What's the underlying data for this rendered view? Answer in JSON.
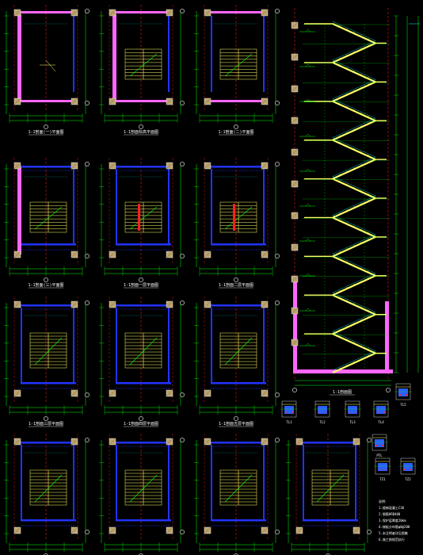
{
  "drawing": {
    "background": "#000000",
    "colors": {
      "grid": "#00ff00",
      "axis_red": "#ff2020",
      "wall_blue": "#2233ff",
      "wall_magenta": "#ff66ff",
      "stair_yellow": "#ffff66",
      "dim_cyan": "#00ffff",
      "column_tan": "#bba26a",
      "text": "#ffffff",
      "bubble": "#ffffff"
    },
    "plans": [
      {
        "id": "p1",
        "title": "1-1剖面(一)平面图"
      },
      {
        "id": "p2",
        "title": "1-1剖面标高平面图"
      },
      {
        "id": "p3",
        "title": "1-1剖面(二)平面图"
      },
      {
        "id": "p4",
        "title": "1-1剖面(三)平面图"
      },
      {
        "id": "p5",
        "title": "1-1剖面一层平面图"
      },
      {
        "id": "p6",
        "title": "1-1剖面二层平面图"
      },
      {
        "id": "p7",
        "title": "1-1剖面三层平面图"
      },
      {
        "id": "p8",
        "title": "1-1剖面四层平面图"
      },
      {
        "id": "p9",
        "title": "1-1剖面五层平面图"
      },
      {
        "id": "p10",
        "title": "1-1剖面六层平面图"
      },
      {
        "id": "p11",
        "title": "1-1剖面七层平面图"
      },
      {
        "id": "p12",
        "title": "1-1剖面八层平面图"
      },
      {
        "id": "p13",
        "title": "1-1剖面九层平面图"
      },
      {
        "id": "p14",
        "title": "1-1剖面屋顶平面图"
      }
    ],
    "section": {
      "title": "1-1剖面图"
    },
    "details": [
      {
        "id": "d1",
        "label": "TL1"
      },
      {
        "id": "d2",
        "label": "TL2"
      },
      {
        "id": "d3",
        "label": "TL3"
      },
      {
        "id": "d4",
        "label": "TL4"
      },
      {
        "id": "d5",
        "label": "TL5"
      },
      {
        "id": "d6",
        "label": "PTL"
      },
      {
        "id": "d7",
        "label": "TZ1"
      },
      {
        "id": "d8",
        "label": "TZ2"
      }
    ],
    "notes": [
      "说明：",
      "1.楼梯混凝土C30",
      "2.钢筋HRB400",
      "3.保护层厚度20mm",
      "4.梯板分布筋φ8@200",
      "5.未注明者详见图集",
      "6.施工按规范执行"
    ]
  }
}
